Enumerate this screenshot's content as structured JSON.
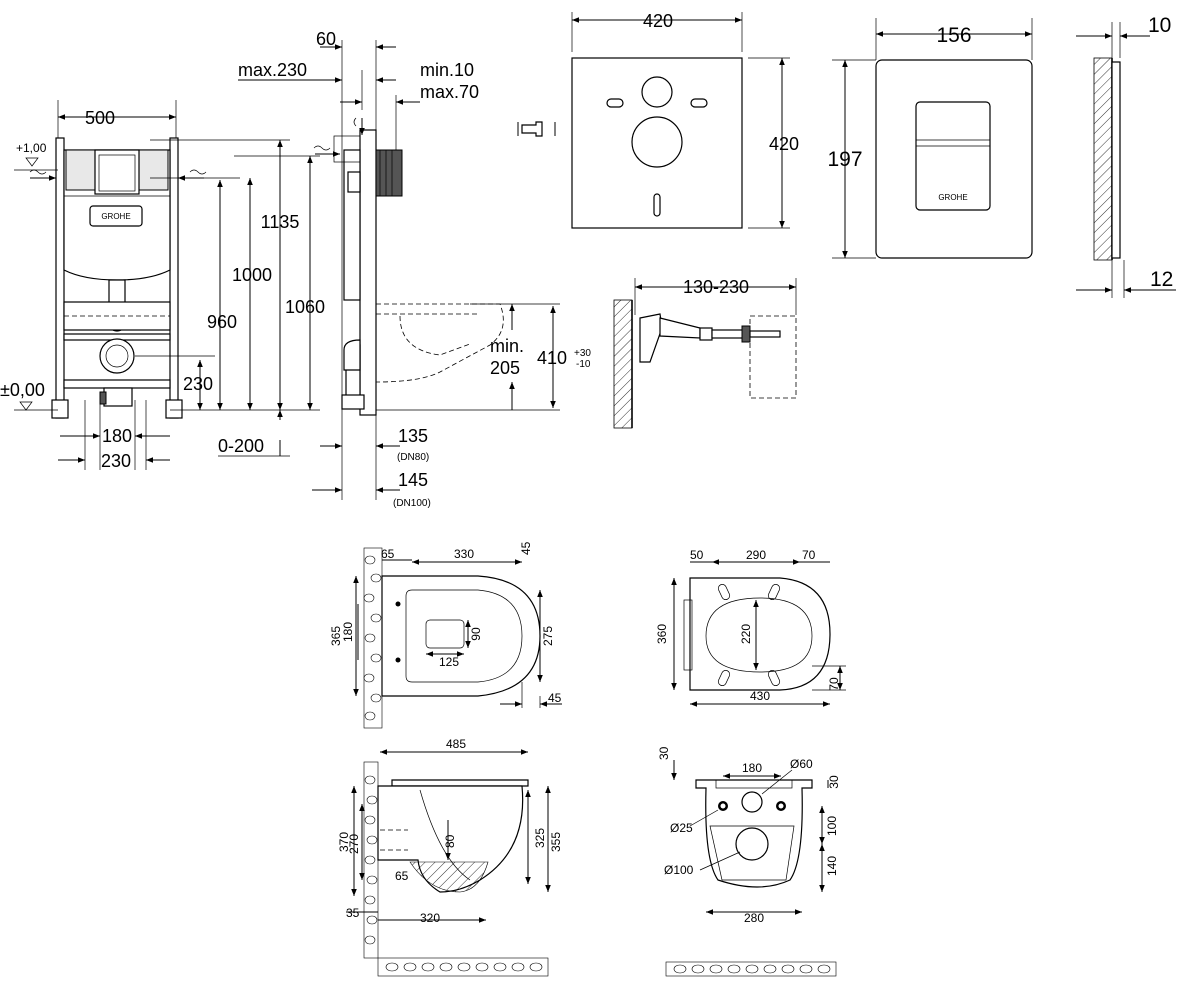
{
  "frame": {
    "width": "500",
    "level_top": "+1,00",
    "level_zero": "±0,00",
    "w180": "180",
    "w230": "230",
    "h960": "960",
    "h230": "230",
    "h1000": "1000",
    "h1135": "1135",
    "h1060": "1060",
    "range0_200": "0-200",
    "logo": "GROHE"
  },
  "side": {
    "d60": "60",
    "max230": "max.230",
    "min10": "min.10",
    "max70": "max.70",
    "min205_a": "min.",
    "min205_b": "205",
    "h410": "410",
    "tol_plus": "+30",
    "tol_minus": "-10",
    "d135": "135",
    "dn80": "(DN80)",
    "d145": "145",
    "dn100": "(DN100)"
  },
  "pad": {
    "w": "420",
    "h": "420"
  },
  "bolt": {
    "range": "130-230"
  },
  "plate": {
    "w": "156",
    "h": "197",
    "logo": "GROHE"
  },
  "plate_side": {
    "t10": "10",
    "t12": "12"
  },
  "bowl_top": {
    "d65": "65",
    "d330": "330",
    "d45a": "45",
    "d365": "365",
    "d180": "180",
    "d90": "90",
    "d275": "275",
    "d125": "125",
    "d45b": "45"
  },
  "seat": {
    "d50": "50",
    "d290": "290",
    "d70a": "70",
    "d360": "360",
    "d220": "220",
    "d430": "430",
    "d70b": "70"
  },
  "bowl_side": {
    "d485": "485",
    "d370": "370",
    "d270": "270",
    "d80": "80",
    "d325": "325",
    "d355": "355",
    "d65": "65",
    "d35": "35",
    "d320": "320"
  },
  "bowl_back": {
    "d30a": "30",
    "d180": "180",
    "o60": "Ø60",
    "d30b": "30",
    "o25": "Ø25",
    "d100": "100",
    "o100": "Ø100",
    "d140": "140",
    "d280": "280"
  }
}
